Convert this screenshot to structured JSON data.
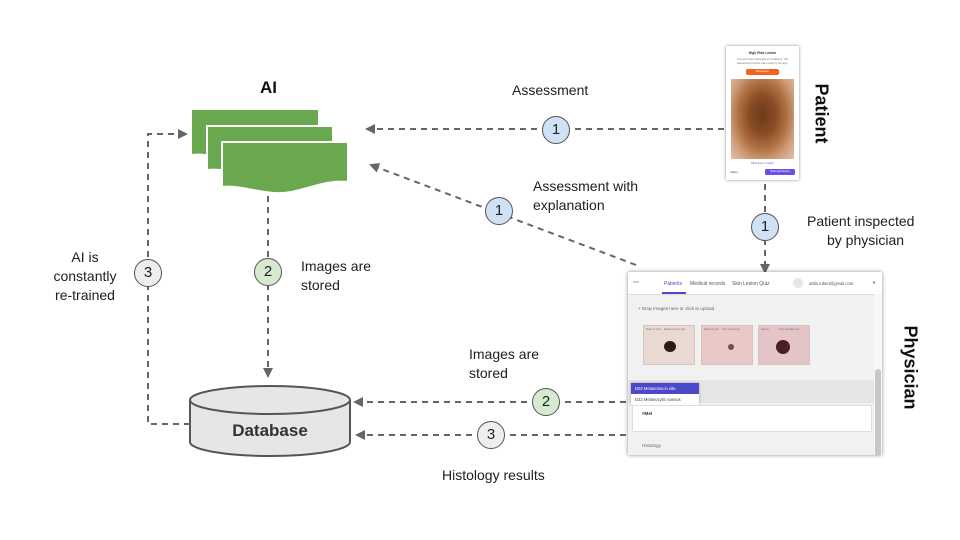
{
  "titles": {
    "ai": "AI",
    "patient": "Patient",
    "physician": "Physician"
  },
  "database_label": "Database",
  "labels": {
    "assessment": "Assessment",
    "assessment_with_explanation_line1": "Assessment with",
    "assessment_with_explanation_line2": "explanation",
    "patient_inspected_line1": "Patient inspected",
    "patient_inspected_line2": "by physician",
    "images_stored_ai_line1": "Images are",
    "images_stored_ai_line2": "stored",
    "images_stored_phys_line1": "Images are",
    "images_stored_phys_line2": "stored",
    "histology_results": "Histology results",
    "retrained_line1": "AI is",
    "retrained_line2": "constantly",
    "retrained_line3": "re-trained"
  },
  "badges": {
    "assessment": "1",
    "assessment_explanation": "1",
    "patient_inspected": "1",
    "images_stored_ai": "2",
    "images_stored_phys": "2",
    "histology": "3",
    "retrained": "3"
  },
  "colors": {
    "documents": "#6aa84f",
    "arrows": "#666666",
    "database_fill": "#e6e6e6",
    "badge_1": "#cfe1f4",
    "badge_2": "#d6ead0",
    "badge_3": "#eeeeee"
  },
  "phone_app": {
    "title": "High Risk Lesion",
    "text": "Consult a dermatologist immediately. The assessment below was made by the app.",
    "button": "Whitepaper",
    "link": "What does it mean?",
    "footer_left": "Gallery",
    "footer_right": "Book appointment"
  },
  "web_app": {
    "logo_icon": "dots-logo-icon",
    "nav": [
      "Patients",
      "Medical records",
      "Skin Lesion Quiz"
    ],
    "email": "attila.rubert@gmail.com",
    "dropdown_icon": "caret-down-icon",
    "upload_text": "Drop images here or click to upload",
    "upload_icon": "plus-icon",
    "thumbnails": [
      {
        "tag1": "Date of visit",
        "tag2": "Melanoma in situ"
      },
      {
        "tag1": "Melanocytic",
        "tag2": "Seb. keratosis"
      },
      {
        "tag1": "Nevus",
        "tag2": "Dermatofibroma"
      }
    ],
    "dropdown_options": [
      "D03 Melanoma in situ",
      "D22 Melanocytic naevus"
    ],
    "field_text": "#Mel",
    "section_label": "Histology"
  }
}
